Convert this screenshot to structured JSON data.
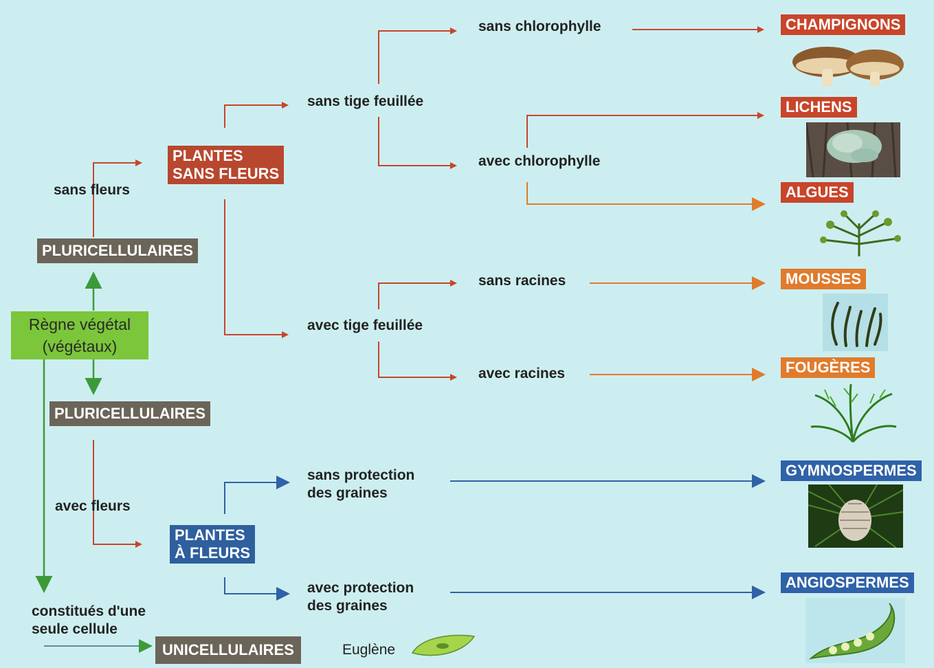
{
  "root": {
    "line1": "Règne végétal",
    "line2": "(végétaux)"
  },
  "plur_top": "PLURICELLULAIRES",
  "plur_bottom": "PLURICELLULAIRES",
  "branch_sans_fleurs": "sans fleurs",
  "branch_avec_fleurs": "avec fleurs",
  "branch_unicell": {
    "line1": "constitués d'une",
    "line2": "seule cellule"
  },
  "plantes_sans_fleurs": {
    "line1": "PLANTES",
    "line2": "SANS FLEURS"
  },
  "plantes_a_fleurs": {
    "line1": "PLANTES",
    "line2": "À FLEURS"
  },
  "unicellulaires": "UNICELLULAIRES",
  "euglene": "Euglène",
  "labels": {
    "sans_tige": "sans tige feuillée",
    "avec_tige": "avec tige feuillée",
    "sans_chloro": "sans chlorophylle",
    "avec_chloro": "avec chlorophylle",
    "sans_racines": "sans racines",
    "avec_racines": "avec racines",
    "sans_protection": {
      "line1": "sans protection",
      "line2": "des graines"
    },
    "avec_protection": {
      "line1": "avec protection",
      "line2": "des graines"
    }
  },
  "groups": {
    "champignons": "CHAMPIGNONS",
    "lichens": "LICHENS",
    "algues": "ALGUES",
    "mousses": "MOUSSES",
    "fougeres": "FOUGÈRES",
    "gymnospermes": "GYMNOSPERMES",
    "angiospermes": "ANGIOSPERMES"
  },
  "colors": {
    "red": "#c8452a",
    "orange": "#e07b2c",
    "blue": "#2f62a8",
    "green": "#3d9a3a",
    "gray": "#6b6459"
  }
}
